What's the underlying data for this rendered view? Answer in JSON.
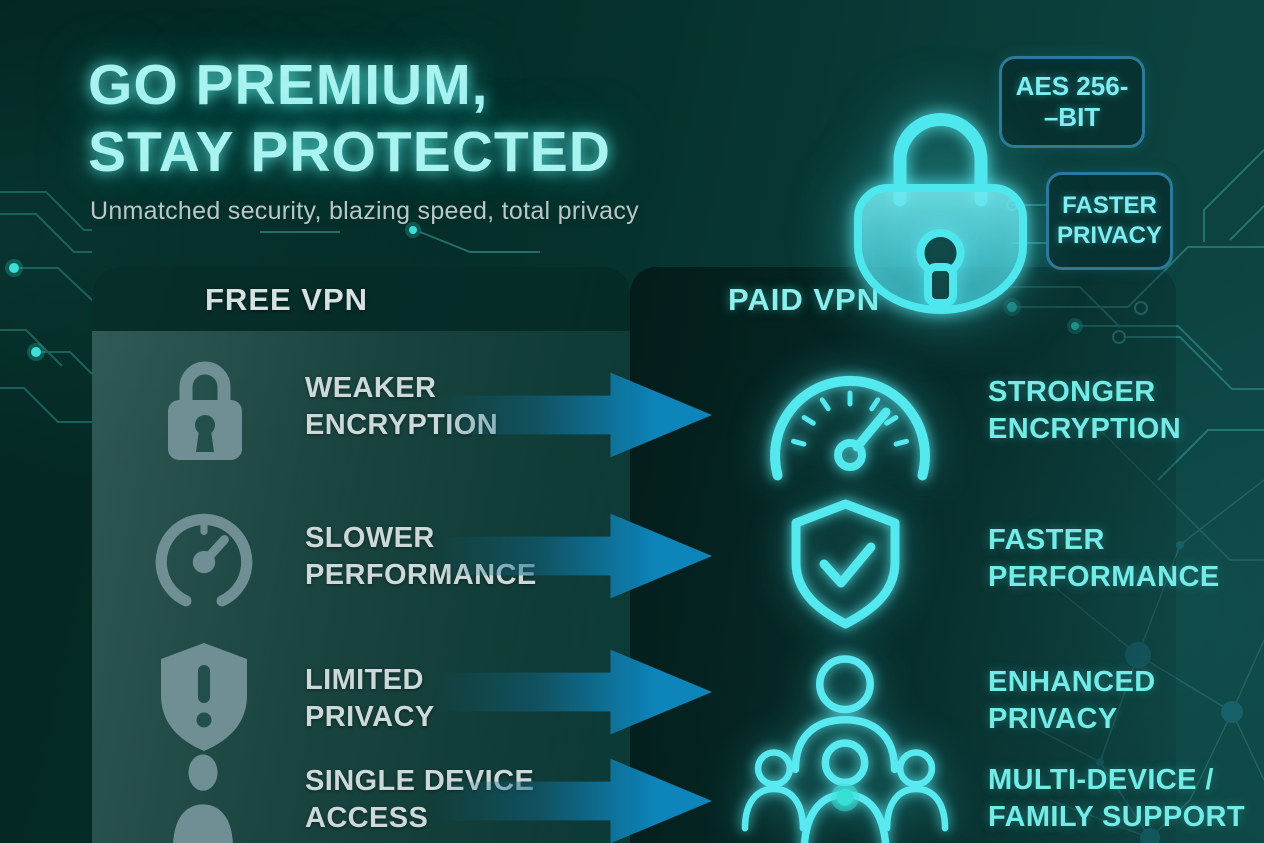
{
  "poster": {
    "title_line1": "GO PREMIUM,",
    "title_line2": "STAY PROTECTED",
    "subtitle": "Unmatched security, blazing speed, total privacy"
  },
  "hero": {
    "badges": [
      {
        "line1": "AES 256-",
        "line2": "–BIT"
      },
      {
        "line1": "FASTER",
        "line2": "PRIVACY"
      }
    ]
  },
  "columns": {
    "free": {
      "header": "FREE VPN",
      "items": [
        {
          "icon": "lock-icon",
          "line1": "WEAKER",
          "line2": "ENCRYPTION"
        },
        {
          "icon": "speedometer-icon",
          "line1": "SLOWER",
          "line2": "PERFORMANCE"
        },
        {
          "icon": "shield-alert-icon",
          "line1": "LIMITED",
          "line2": "PRIVACY"
        },
        {
          "icon": "single-user-icon",
          "line1": "SINGLE DEVICE",
          "line2": "ACCESS"
        }
      ]
    },
    "paid": {
      "header": "PAID VPN",
      "items": [
        {
          "icon": "speedometer-icon",
          "line1": "STRONGER",
          "line2": "ENCRYPTION"
        },
        {
          "icon": "shield-check-icon",
          "line1": "FASTER",
          "line2": "PERFORMANCE"
        },
        {
          "icon": "user-group-icon",
          "line1": "ENHANCED",
          "line2": "PRIVACY"
        },
        {
          "icon": "user-group-icon",
          "line1": "MULTI-DEVICE /",
          "line2": "FAMILY SUPPORT"
        }
      ]
    }
  },
  "colors": {
    "neon_cyan": "#54e9ef",
    "title_text": "#a9f3f1",
    "free_text": "#ccd9d8",
    "paid_text": "#74ebe6",
    "arrow_blue": "#0d85bb",
    "badge_border": "#2b7a99",
    "background_teal": "#06312d"
  }
}
